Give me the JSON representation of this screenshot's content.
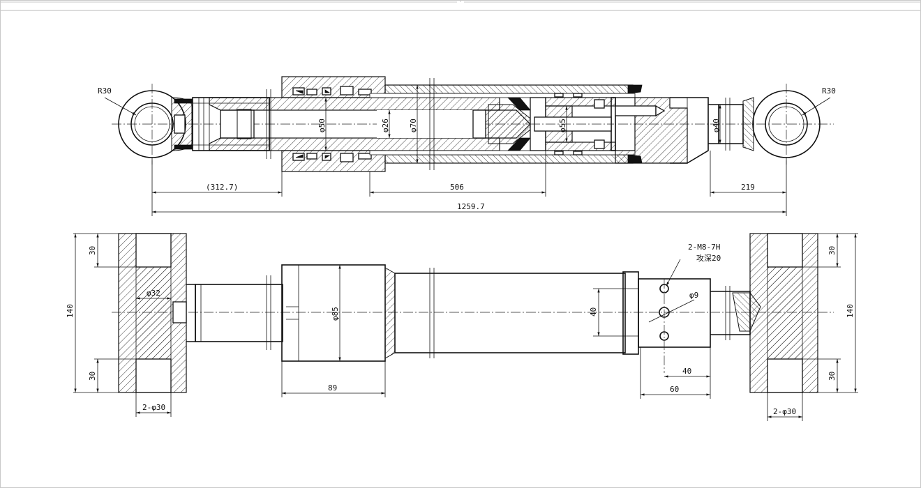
{
  "colors": {
    "line": "#111111",
    "frame": "#c8c8c8",
    "background": "#ffffff"
  },
  "dimensions": {
    "r30_left": "R30",
    "r30_right": "R30",
    "phi50": "φ50",
    "phi26": "φ26",
    "phi70": "φ70",
    "phi55": "φ55",
    "phi40": "φ40",
    "len_312": "(312.7)",
    "len_506": "506",
    "len_219": "219",
    "len_total": "1259.7",
    "h30_tl": "30",
    "h30_bl": "30",
    "h140_left": "140",
    "phi32": "φ32",
    "holes_left": "2-φ30",
    "phi85": "φ85",
    "len_89": "89",
    "thread": "2-M8-7H",
    "tap_depth": "攻深20",
    "phi9": "φ9",
    "h40": "40",
    "len_40": "40",
    "len_60": "60",
    "h30_tr": "30",
    "h30_br": "30",
    "h140_right": "140",
    "holes_right": "2-φ30"
  }
}
